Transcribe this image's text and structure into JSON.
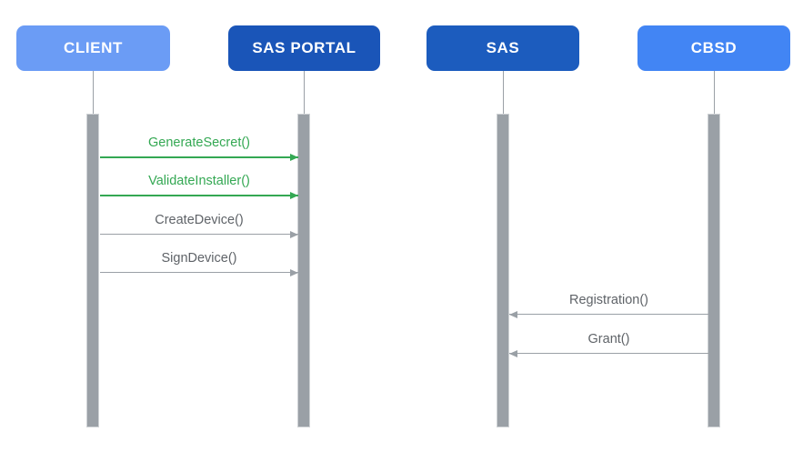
{
  "diagram": {
    "type": "sequence-diagram",
    "actors": [
      {
        "name": "CLIENT",
        "color": "#6B9CF5"
      },
      {
        "name": "SAS PORTAL",
        "color": "#1A55B8"
      },
      {
        "name": "SAS",
        "color": "#1C5CBE"
      },
      {
        "name": "CBSD",
        "color": "#4285F4"
      }
    ],
    "messages": [
      {
        "label": "GenerateSecret()",
        "from": "CLIENT",
        "to": "SAS PORTAL",
        "direction": "right",
        "color": "#34A853"
      },
      {
        "label": "ValidateInstaller()",
        "from": "CLIENT",
        "to": "SAS PORTAL",
        "direction": "right",
        "color": "#34A853"
      },
      {
        "label": "CreateDevice()",
        "from": "CLIENT",
        "to": "SAS PORTAL",
        "direction": "right",
        "color": "#9AA0A6"
      },
      {
        "label": "SignDevice()",
        "from": "CLIENT",
        "to": "SAS PORTAL",
        "direction": "right",
        "color": "#9AA0A6"
      },
      {
        "label": "Registration()",
        "from": "CBSD",
        "to": "SAS",
        "direction": "left",
        "color": "#9AA0A6"
      },
      {
        "label": "Grant()",
        "from": "CBSD",
        "to": "SAS",
        "direction": "left",
        "color": "#9AA0A6"
      }
    ],
    "colors": {
      "lifeline": "#9AA0A6",
      "activation_bar": "#9AA0A6",
      "green_message": "#34A853",
      "gray_message_line": "#9AA0A6",
      "gray_message_text": "#5F6368",
      "background": "#FFFFFF"
    }
  }
}
